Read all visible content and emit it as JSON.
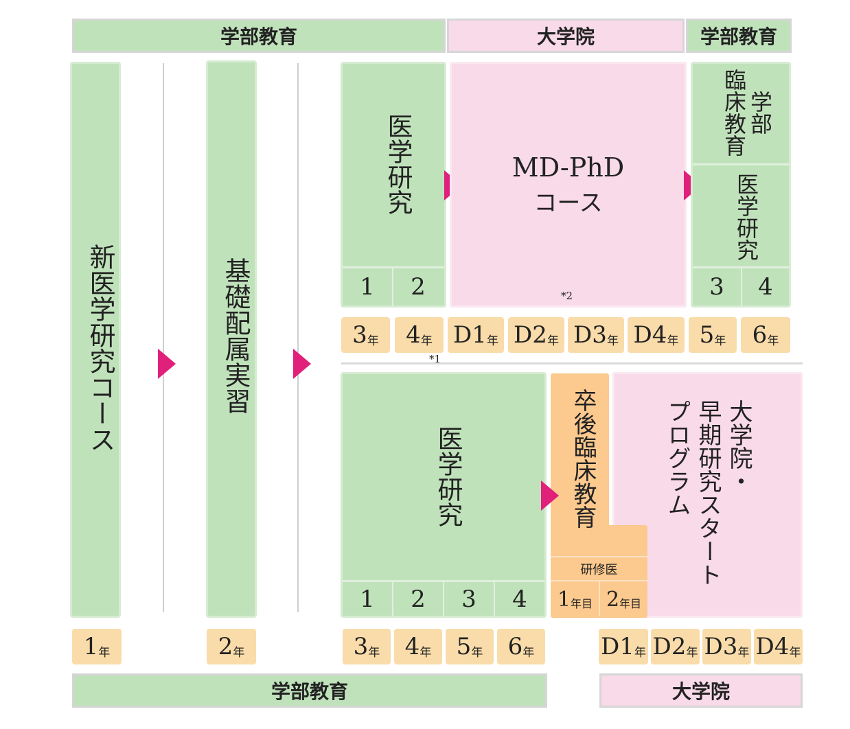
{
  "top_headers": [
    "学部教育",
    "大学院",
    "学部教育"
  ],
  "bottom_headers": [
    "学部教育",
    "大学院"
  ],
  "columns": {
    "new_course": "新医学研究コース",
    "basic_practice": "基礎配属実習"
  },
  "upper": {
    "research": "医学研究",
    "research_years": [
      "1",
      "2"
    ],
    "mdphd_line1": "MD-PhD",
    "mdphd_line2": "コース",
    "mdphd_note": "*2",
    "clinical": "臨床教育",
    "undergrad": "学部",
    "research_right": "医学研究",
    "right_years": [
      "3",
      "4"
    ],
    "timeline": [
      {
        "n": "3",
        "u": "年"
      },
      {
        "n": "4",
        "u": "年"
      },
      {
        "n": "D1",
        "u": "年"
      },
      {
        "n": "D2",
        "u": "年"
      },
      {
        "n": "D3",
        "u": "年"
      },
      {
        "n": "D4",
        "u": "年"
      },
      {
        "n": "5",
        "u": "年"
      },
      {
        "n": "6",
        "u": "年"
      }
    ],
    "timeline_note": "*1"
  },
  "lower": {
    "research": "医学研究",
    "research_years": [
      "1",
      "2",
      "3",
      "4"
    ],
    "postgrad": "卒後臨床教育",
    "resident": "研修医",
    "resident_years": [
      {
        "n": "1",
        "u": "年目"
      },
      {
        "n": "2",
        "u": "年目"
      }
    ],
    "program_col1": "大学院・",
    "program_col2": "早期研究スタート",
    "program_col3": "プログラム"
  },
  "bottom_years": [
    {
      "n": "1",
      "u": "年"
    },
    {
      "n": "2",
      "u": "年"
    },
    {
      "n": "3",
      "u": "年"
    },
    {
      "n": "4",
      "u": "年"
    },
    {
      "n": "5",
      "u": "年"
    },
    {
      "n": "6",
      "u": "年"
    },
    {
      "n": "D1",
      "u": "年"
    },
    {
      "n": "D2",
      "u": "年"
    },
    {
      "n": "D3",
      "u": "年"
    },
    {
      "n": "D4",
      "u": "年"
    }
  ],
  "colors": {
    "green": "#c0e2bb",
    "pink": "#f9dae8",
    "orange": "#fcc98f",
    "year": "#f9dcaa",
    "arrow": "#e0207a"
  }
}
